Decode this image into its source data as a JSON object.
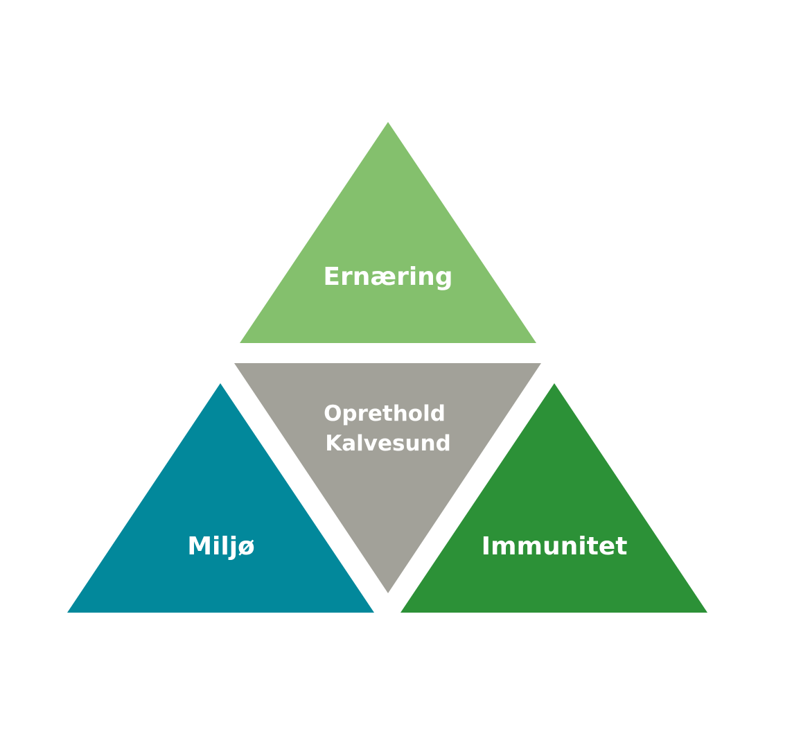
{
  "triangles": {
    "top": {
      "label": "Ernæring",
      "color": "#84c06d"
    },
    "center": {
      "label_line1": "Oprethold",
      "label_line2": "Kalvesund",
      "color": "#a2a199"
    },
    "left": {
      "label": "Miljø",
      "color": "#02889b"
    },
    "right": {
      "label": "Immunitet",
      "color": "#2c9137"
    }
  }
}
